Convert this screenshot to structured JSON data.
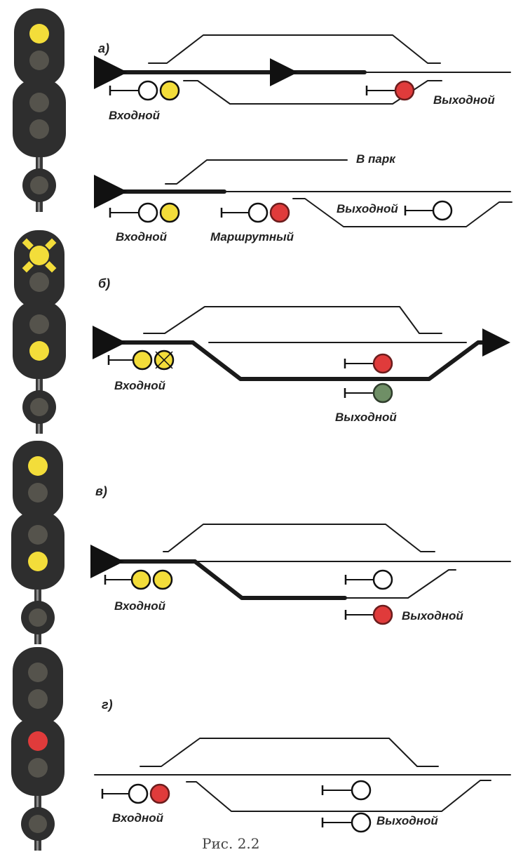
{
  "colors": {
    "yellow": "#f3dd3a",
    "red": "#e03b3b",
    "green": "#6f8f66",
    "housing": "#2e2e2e",
    "unlit": "#55534c",
    "track": "#1a1a1a"
  },
  "sections": {
    "a": {
      "letter": "а)",
      "entry_label": "Входной",
      "exit_label": "Выходной",
      "park_label": "В парк",
      "route_label": "Маршрутный",
      "exit2_label": "Выходной"
    },
    "b": {
      "letter": "б)",
      "entry_label": "Входной",
      "exit_label": "Выходной"
    },
    "v": {
      "letter": "в)",
      "entry_label": "Входной",
      "exit_label": "Выходной"
    },
    "g": {
      "letter": "г)",
      "entry_label": "Входной",
      "exit_label": "Выходной"
    }
  },
  "signal_heads": [
    {
      "name": "signal-a",
      "upper": [
        "yellow",
        "off"
      ],
      "lower": [
        "off",
        "off"
      ],
      "bottom": "off"
    },
    {
      "name": "signal-b",
      "upper": [
        "flashing-yellow",
        "off"
      ],
      "lower": [
        "off",
        "yellow"
      ],
      "bottom": "off"
    },
    {
      "name": "signal-v",
      "upper": [
        "yellow",
        "off"
      ],
      "lower": [
        "off",
        "yellow"
      ],
      "bottom": "off"
    },
    {
      "name": "signal-g",
      "upper": [
        "off",
        "off"
      ],
      "lower": [
        "red",
        "off"
      ],
      "bottom": "off"
    }
  ],
  "lights": {
    "a_entry": [
      "off",
      "yellow"
    ],
    "a_exit": "red",
    "a2_entry": [
      "off",
      "yellow"
    ],
    "a2_route": [
      "off",
      "red"
    ],
    "a2_exit": "off",
    "b_entry": [
      "yellow",
      "yellow-flash"
    ],
    "b_exit": [
      "red",
      "green"
    ],
    "v_entry": [
      "yellow",
      "yellow"
    ],
    "v_exit_upper": "off",
    "v_exit_lower": "red",
    "g_entry": [
      "off",
      "red"
    ],
    "g_exit_upper": "off",
    "g_exit_lower": "off"
  },
  "caption": "Рис. 2.2"
}
